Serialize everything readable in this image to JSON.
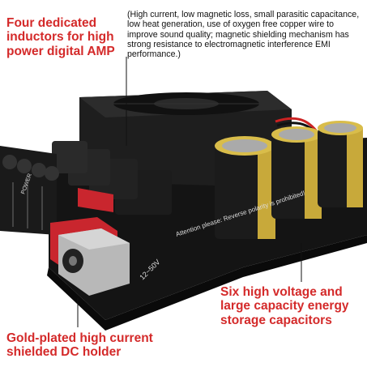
{
  "callouts": {
    "inductors": "Four dedicated inductors for high power digital AMP",
    "description": "(High current, low magnetic loss, small parasitic capacitance, low heat generation, use of oxygen free copper wire to improve sound quality; magnetic shielding mechanism has strong resistance to electromagnetic interference EMI performance.)",
    "capacitors": "Six high voltage and large capacity energy storage capacitors",
    "dc_holder": "Gold-plated high current shielded DC holder"
  },
  "board_text": {
    "warning": "Attention please: Reverse polarity is prohibited!",
    "voltage": "12~50V",
    "power": "POWER",
    "plus": "+",
    "minus": "-"
  },
  "colors": {
    "callout_red": "#d42a2a",
    "board": "#141414",
    "capacitor_gold": "#c8a93a",
    "capacitor_black": "#1b1b1b",
    "dc_jack_red": "#c9262e",
    "fan": "#1a1a1a"
  }
}
